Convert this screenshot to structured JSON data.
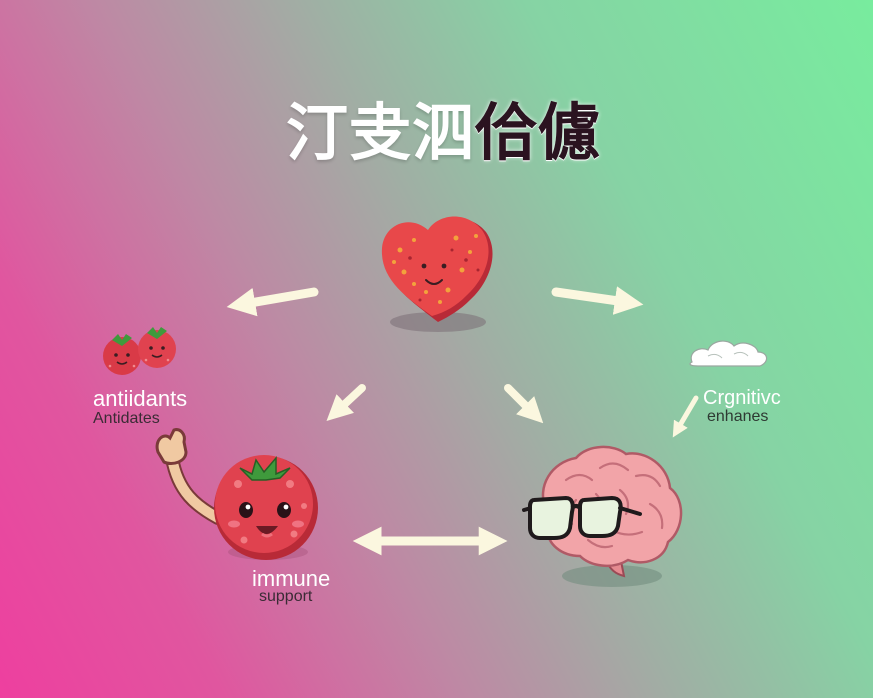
{
  "title": {
    "part1": "汀叏泗",
    "part2": "佮儢"
  },
  "labels": {
    "antioxidants_title": "antiidants",
    "antioxidants_sub": "Antidates",
    "cognitive_title": "Crgnitivc",
    "cognitive_sub": "enhanes",
    "immune_title": "immune",
    "immune_sub": "support"
  },
  "colors": {
    "berry_red": "#e0424f",
    "heart_red": "#e8484a",
    "brain_pink": "#f2a4a8",
    "leaf_green": "#3f9a3c",
    "arrow_cream": "#fbf7df"
  },
  "icons": [
    "heart-icon",
    "strawberry-pair-icon",
    "cloud-icon",
    "strawberry-character-icon",
    "brain-with-glasses-icon"
  ]
}
